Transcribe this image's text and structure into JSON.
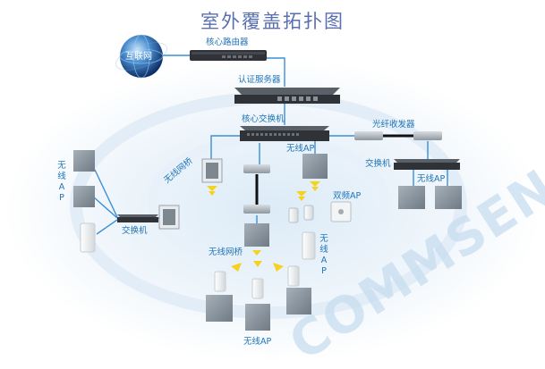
{
  "title": "室外覆盖拓扑图",
  "labels": {
    "internet": "互联网",
    "core_router": "核心路由器",
    "auth_server": "认证服务器",
    "core_switch": "核心交换机",
    "fiber_transceiver": "光纤收发器",
    "wireless_ap_top": "无线AP",
    "switch_right": "交换机",
    "wireless_ap_right": "无线AP",
    "wireless_bridge_left": "无线网桥",
    "dual_band_ap": "双频AP",
    "wireless_ap_left": "无线AP",
    "switch_left": "交换机",
    "wireless_ap_mid": "无线AP",
    "wireless_bridge_bottom": "无线网桥",
    "wireless_ap_bottom": "无线AP"
  },
  "watermark": "COMMSEN",
  "colors": {
    "link": "#3b8fd6",
    "label": "#1f74b8",
    "title": "#5a6fb0",
    "signal": "#f5d21e",
    "device_dark": "#2f3236",
    "ap_panel": "#8e98a1",
    "watermark": "#c7dcef"
  }
}
